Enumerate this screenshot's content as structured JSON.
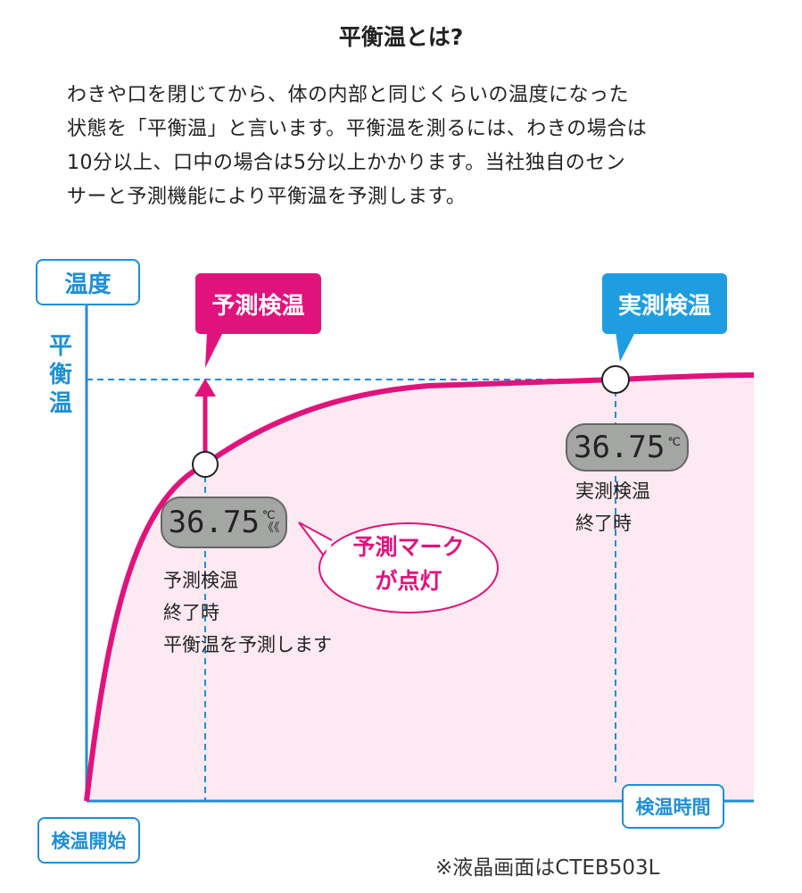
{
  "title": "平衡温とは?",
  "paragraph": [
    "わきや口を閉じてから、体の内部と同じくらいの温度になった",
    "状態を「平衡温」と言います。平衡温を測るには、わきの場合は",
    "10分以上、口中の場合は5分以上かかります。当社独自のセン",
    "サーと予測機能により平衡温を予測します。"
  ],
  "diagram": {
    "y_axis_label": "温度",
    "equilibrium_label": "平衡温",
    "start_label": "検温開始",
    "x_axis_label": "検温時間",
    "predict_tag": "予測検温",
    "actual_tag": "実測検温",
    "predict_lcd": {
      "value": "36.75",
      "unit": "℃",
      "mark": "《《"
    },
    "actual_lcd": {
      "value": "36.75",
      "unit": "℃"
    },
    "predict_text": [
      "予測検温",
      "終了時",
      "平衡温を予測します"
    ],
    "actual_text": [
      "実測検温",
      "終了時"
    ],
    "bubble_text": [
      "予測マーク",
      "が点灯"
    ],
    "footnote": "※液晶画面はCTEB503L",
    "colors": {
      "blue": "#1e8fd6",
      "magenta": "#e0137c",
      "fill": "#fde9f1"
    }
  }
}
